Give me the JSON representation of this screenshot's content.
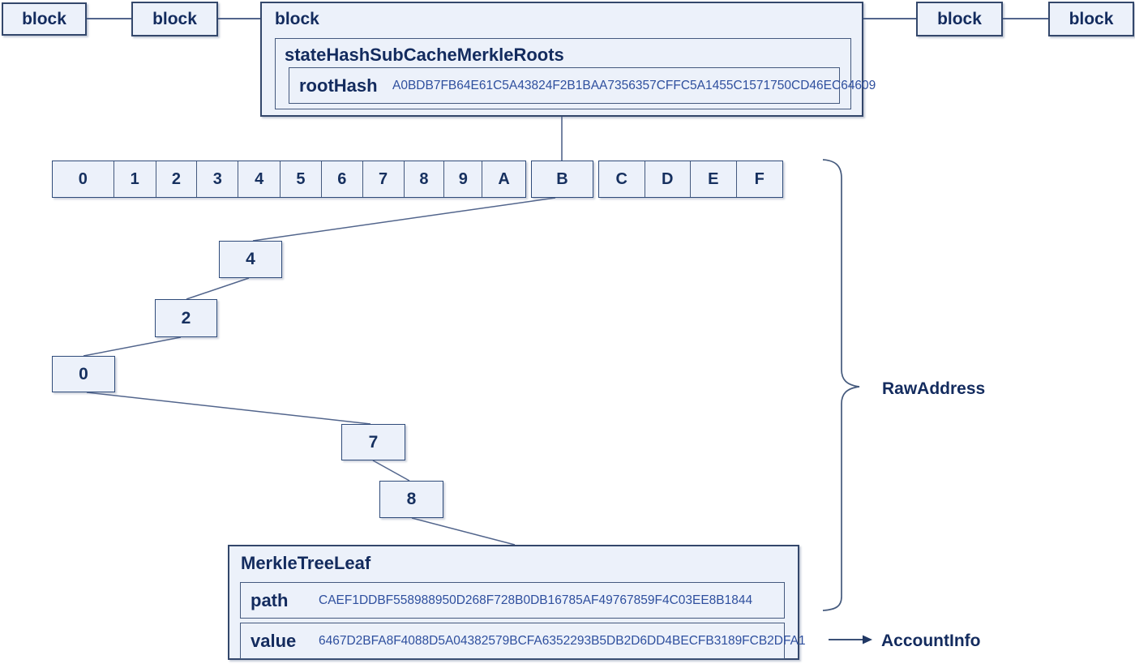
{
  "diagram": {
    "chain_blocks": {
      "labels": [
        "block",
        "block",
        "block",
        "block"
      ]
    },
    "main_block": {
      "label": "block",
      "state_hash_group": {
        "label": "stateHashSubCacheMerkleRoots",
        "root_hash": {
          "label": "rootHash",
          "value": "A0BDB7FB64E61C5A43824F2B1BAA7356357CFFC5A1455C1571750CD46EC64609"
        }
      }
    },
    "hex_row": {
      "group1": [
        "0",
        "1",
        "2",
        "3",
        "4",
        "5",
        "6",
        "7",
        "8",
        "9",
        "A"
      ],
      "selected": "B",
      "group2": [
        "C",
        "D",
        "E",
        "F"
      ]
    },
    "tree_path_nodes": [
      "4",
      "2",
      "0",
      "7",
      "8"
    ],
    "merkle_tree_leaf": {
      "label": "MerkleTreeLeaf",
      "path": {
        "label": "path",
        "value": "CAEF1DDBF558988950D268F728B0DB16785AF49767859F4C03EE8B1844"
      },
      "value": {
        "label": "value",
        "value": "6467D2BFA8F4088D5A04382579BCFA6352293B5DB2D6DD4BECFB3189FCB2DFA1"
      }
    },
    "annotations": {
      "raw_address": "RawAddress",
      "account_info": "AccountInfo"
    },
    "colors": {
      "box_fill": "#ECF1FA",
      "box_border": "#33476B",
      "inner_border": "#44597E",
      "label_text": "#132B5E",
      "hash_text": "#2E4F9E",
      "line": "#52658C"
    }
  }
}
